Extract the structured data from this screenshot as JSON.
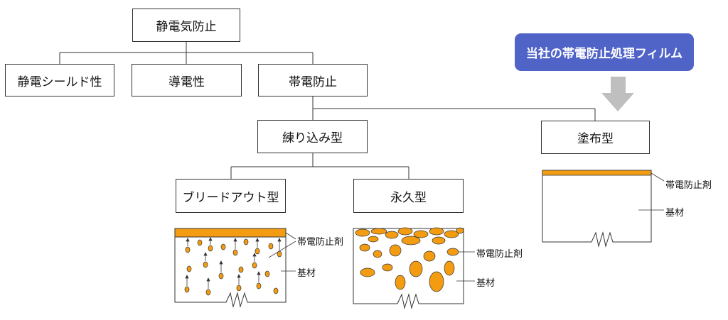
{
  "nodes": {
    "root": "静電気防止",
    "shield": "静電シールド性",
    "conductive": "導電性",
    "antistatic": "帯電防止",
    "kneaded": "練り込み型",
    "coated": "塗布型",
    "bleed": "ブリードアウト型",
    "permanent": "永久型"
  },
  "callout": "当社の帯電防止処理フィルム",
  "labels": {
    "agent": "帯電防止剤",
    "base": "基材"
  },
  "colors": {
    "agent_fill": "#f39c12",
    "callout_bg": "#5063c7",
    "arrow": "#bfbfbf",
    "line": "#333333"
  }
}
